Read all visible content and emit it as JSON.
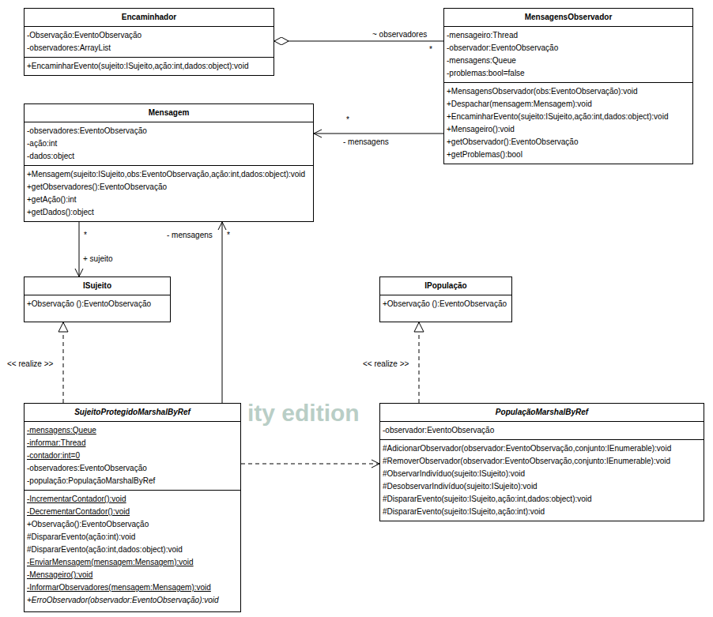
{
  "diagram": {
    "nodes": [
      {
        "text": [
          "Encaminhador",
          "-Observação:EventoObservação",
          "-observadores:ArrayList",
          "+EncaminharEvento(sujeito:ISujeito,ação:int,dados:object):void"
        ]
      },
      {
        "text": [
          "MensagensObservador",
          "-mensageiro:Thread",
          "-observador:EventoObservação",
          "-mensagens:Queue",
          "-problemas:bool=false",
          "+MensagensObservador(obs:EventoObservação):void",
          "+Despachar(mensagem:Mensagem):void",
          "+EncaminharEvento(sujeito:ISujeito,ação:int,dados:object):void",
          "+Mensageiro():void",
          "+getObservador():EventoObservação",
          "+getProblemas():bool"
        ]
      },
      {
        "text": [
          "Mensagem",
          "-observadores:EventoObservação",
          "-ação:int",
          "-dados:object",
          "+Mensagem(sujeito:ISujeito,obs:EventoObservação,ação:int,dados:object):void",
          "+getObservadores():EventoObservação",
          "+getAção():int",
          "+getDados():object"
        ]
      },
      {
        "text": [
          "ISujeito",
          "+Observação ():EventoObservação"
        ]
      },
      {
        "text": [
          "IPopulação",
          "+Observação ():EventoObservação"
        ]
      },
      {
        "text": [
          "SujeitoProtegidoMarshalByRef",
          "-mensagens:Queue",
          "-informar:Thread",
          "-contador:int=0",
          "-observadores:EventoObservação",
          "-população:PopulaçãoMarshalByRef",
          "-IncrementarContador():void",
          "-DecrementarContador():void",
          "+Observação():EventoObservação",
          "#DispararEvento(ação:int):void",
          "#DispararEvento(ação:int,dados:object):void",
          "-EnviarMensagem(mensagem:Mensagem):void",
          "-Mensageiro():void",
          "-InformarObservadores(mensagem:Mensagem):void",
          "+ErroObservador(observador:EventoObservação):void"
        ]
      },
      {
        "text": [
          "PopulaçãoMarshalByRef",
          "-observador:EventoObservação",
          "#AdicionarObservador(observador:EventoObservação,conjunto:IEnumerable):void",
          "#RemoverObservador(observador:EventoObservação,conjunto:IEnumerable):void",
          "#ObservarIndivíduo(sujeito:ISujeito):void",
          "#DesobservarIndivíduo(sujeito:ISujeito):void",
          "#DispararEvento(sujeito:ISujeito,ação:int,dados:object):void",
          "#DispararEvento(sujeito:ISujeito,ação:int):void"
        ]
      }
    ],
    "edges": [
      {
        "from": 1,
        "to": 0,
        "arrow": "to",
        "label": "~ observadores"
      },
      {
        "from": 1,
        "to": 2,
        "arrow": "to",
        "label": "- mensagens"
      },
      {
        "from": 2,
        "to": 3,
        "arrow": "to",
        "label": "+ sujeito"
      },
      {
        "from": 5,
        "to": 3,
        "arrow": "to",
        "label": "<< realize >>"
      },
      {
        "from": 6,
        "to": 4,
        "arrow": "to",
        "label": "<< realize >>"
      },
      {
        "from": 5,
        "to": 2,
        "arrow": "to",
        "label": "- mensagens"
      },
      {
        "from": 5,
        "to": 6,
        "arrow": "to"
      }
    ],
    "labels": [
      "*",
      "*",
      "*",
      "*",
      "ity edition"
    ]
  }
}
